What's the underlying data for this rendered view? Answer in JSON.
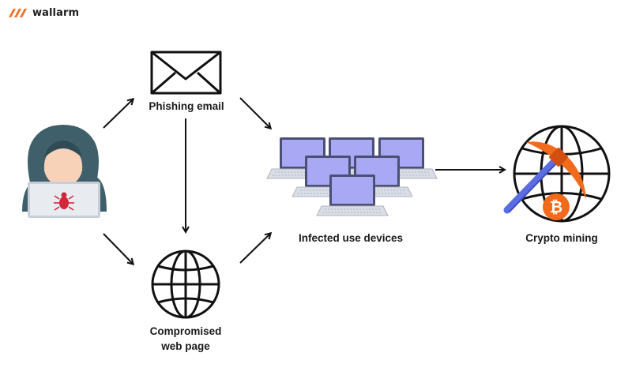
{
  "brand": {
    "name": "wallarm",
    "logo_icon": "wallarm-logo-icon",
    "accent": "#f26b1d"
  },
  "nodes": {
    "attacker": {
      "icon": "hacker-icon"
    },
    "phishing": {
      "label": "Phishing email",
      "icon": "envelope-icon"
    },
    "webpage": {
      "label_line1": "Compromised",
      "label_line2": "web page",
      "icon": "globe-icon"
    },
    "devices": {
      "label": "Infected use devices",
      "icon": "laptops-icon"
    },
    "mining": {
      "label": "Crypto mining",
      "icon": "globe-pickaxe-bitcoin-icon"
    }
  },
  "colors": {
    "screen": "#a9a8f5",
    "hood": "#3f5f6a",
    "skin": "#f8d2b8",
    "bug": "#d0273b",
    "pickaxe_head": "#f26b1d",
    "pickaxe_handle": "#5b6ee1",
    "bitcoin": "#f26b1d"
  }
}
